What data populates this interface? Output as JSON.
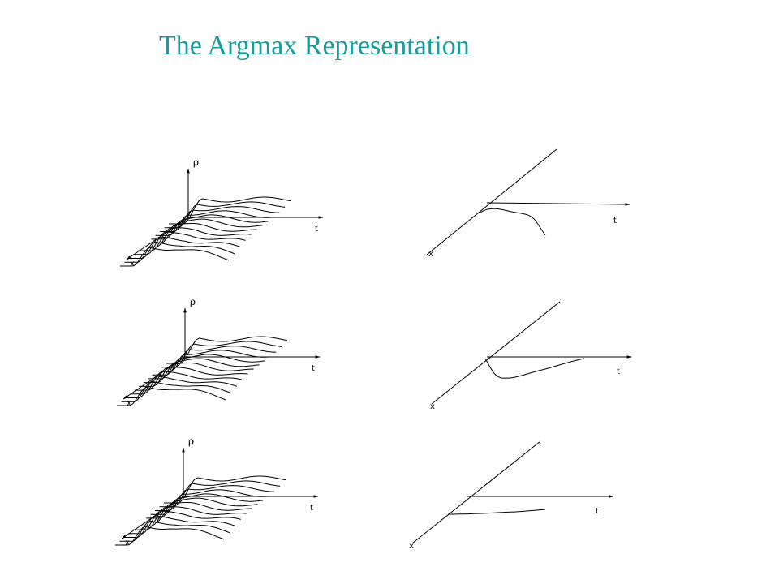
{
  "title": "The Argmax  Representation",
  "panels": [
    {
      "left": {
        "rho": "ρ",
        "t": "t",
        "x": "x"
      },
      "right": {
        "t": "t",
        "x": "x"
      }
    },
    {
      "left": {
        "rho": "ρ",
        "t": "t",
        "x": "x"
      },
      "right": {
        "t": "t",
        "x": "x"
      }
    },
    {
      "left": {
        "rho": "ρ",
        "t": "t",
        "x": "x"
      },
      "right": {
        "t": "t",
        "x": "x"
      }
    }
  ]
}
